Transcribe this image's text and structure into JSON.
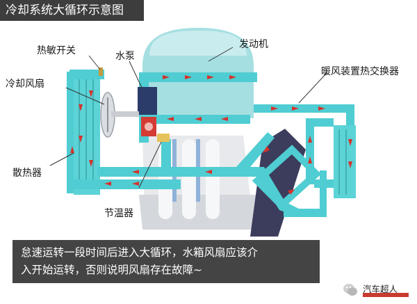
{
  "title": "冷却系统大循环示意图",
  "labels": {
    "thermo_switch": "热敏开关",
    "water_pump": "水泵",
    "engine": "发动机",
    "cooling_fan": "冷却风扇",
    "heater_core": "暖风装置热交换器",
    "radiator": "散热器",
    "thermostat": "节温器"
  },
  "caption": {
    "line1": "怠速运转一段时间后进入大循环，水箱风扇应该介",
    "line2": "入开始运转，否则说明风扇存在故障~"
  },
  "watermark": "汽车超人",
  "colors": {
    "coolant": "#4fcdd2",
    "arrow": "#d6322b",
    "engine_block": "#e4e6ea",
    "engine_head": "#9fdcde",
    "pipe_dark": "#3c3c5a"
  }
}
